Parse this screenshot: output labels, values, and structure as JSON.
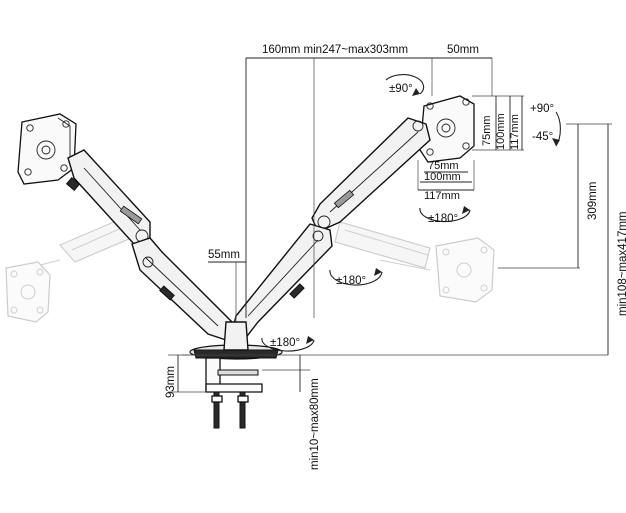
{
  "dimensions": {
    "arm_length_top": "160mm min247~max303mm",
    "vesa_width_top": "50mm",
    "vesa_v75": "75mm",
    "vesa_v100": "100mm",
    "vesa_v117": "117mm",
    "vesa_h75": "75mm",
    "vesa_h100": "100mm",
    "vesa_h117": "117mm",
    "pole_offset": "55mm",
    "height_range_arm": "309mm",
    "height_range_total": "min108~max417mm",
    "clamp_height": "93mm",
    "desk_thickness": "min10~max80mm"
  },
  "rotation_labels": {
    "rotate_90": "±90°",
    "tilt_up": "+90°",
    "tilt_down": "-45°",
    "swivel_head": "±180°",
    "swivel_elbow": "±180°",
    "swivel_base": "±180°"
  },
  "colors": {
    "line": "#222222",
    "ghost": "#cfcfcf",
    "arm_fill": "#f2f2f2",
    "dark": "#2a2a2a"
  }
}
